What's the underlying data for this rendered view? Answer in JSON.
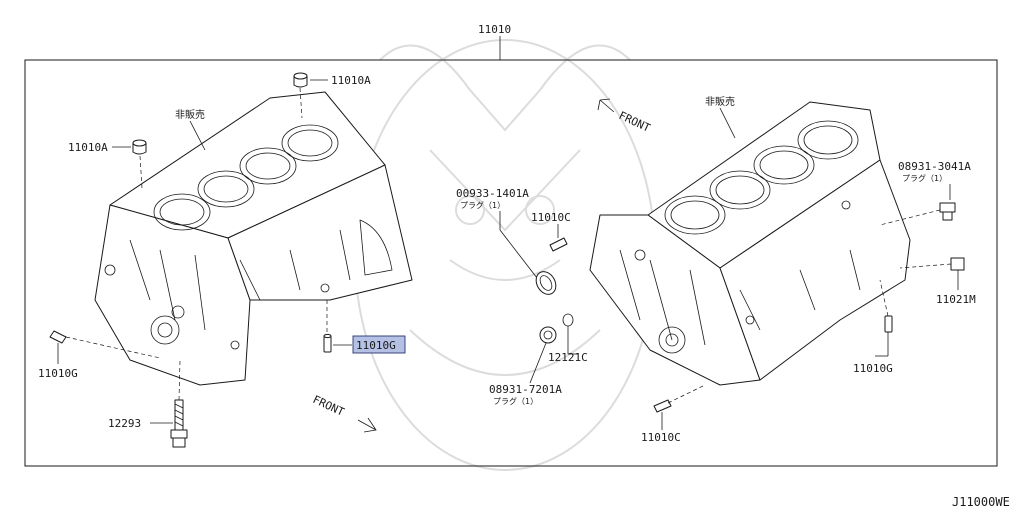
{
  "diagram_code": "J11000WE",
  "frame_label": "11010",
  "front_labels": [
    "FRONT",
    "FRONT"
  ],
  "not_for_sale": [
    "非販売",
    "非販売"
  ],
  "parts": {
    "left_11010A_top": "11010A",
    "left_11010A_side": "11010A",
    "left_11010G": "11010G",
    "center_11010G_highlight": "11010G",
    "left_12293": "12293",
    "plug_00933": "00933-1401A",
    "plug_00933_note": "プラグ（1）",
    "center_11010C": "11010C",
    "plug_08931_7201": "08931-7201A",
    "plug_08931_7201_note": "プラグ（1）",
    "washer_12121": "12121C",
    "right_08931_3041": "08931-3041A",
    "right_08931_3041_note": "プラグ（1）",
    "right_11021M": "11021M",
    "right_11010G": "11010G",
    "right_11010C": "11010C"
  },
  "colors": {
    "line": "#1a1a1a",
    "highlight_fill": "#b4c0e4",
    "watermark": "#dcdcdc"
  }
}
